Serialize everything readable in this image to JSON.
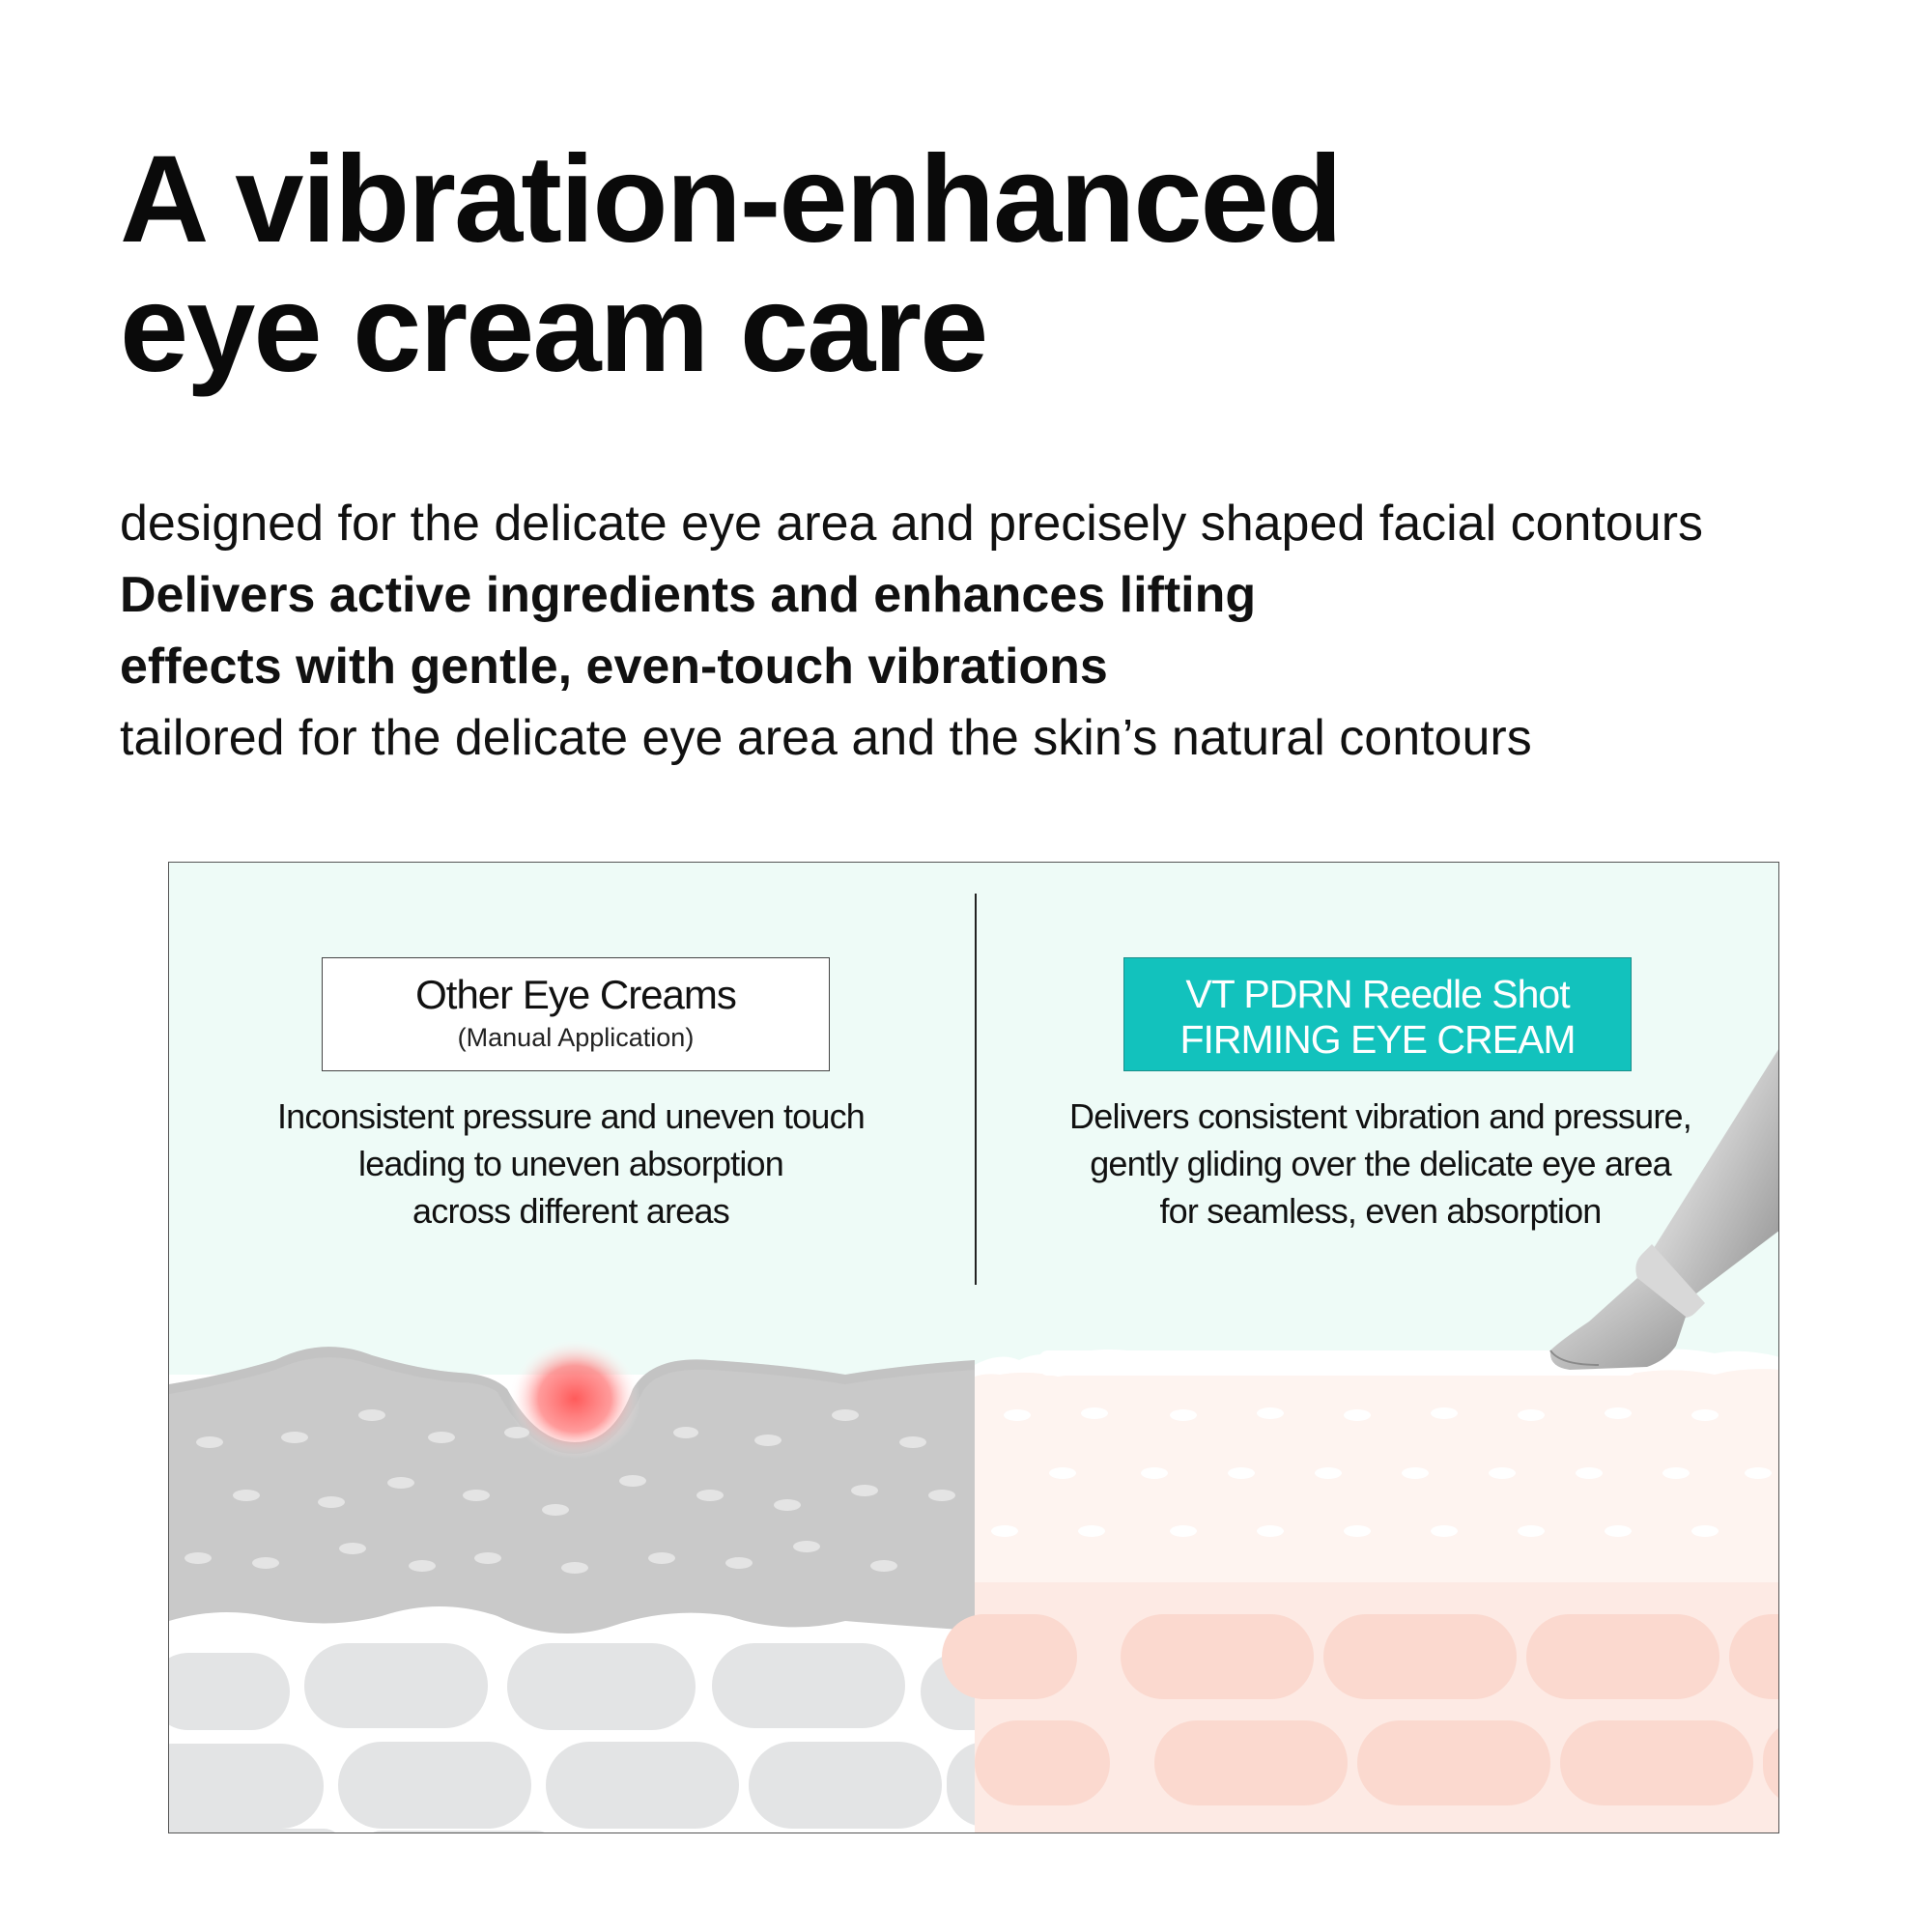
{
  "headline": {
    "line1": "A vibration-enhanced",
    "line2": "eye cream care"
  },
  "subtext": {
    "line1": "designed for the delicate eye area and precisely shaped facial contours",
    "line2": "Delivers active ingredients and enhances lifting",
    "line3": "effects with gentle, even-touch vibrations",
    "line4": "tailored for the delicate eye area and the skin’s natural contours"
  },
  "comparison": {
    "left": {
      "title": "Other Eye Creams",
      "subtitle": "(Manual Application)",
      "desc_line1": "Inconsistent pressure and uneven touch",
      "desc_line2": "leading to uneven absorption",
      "desc_line3": "across different areas"
    },
    "right": {
      "title_line1": "VT PDRN Reedle Shot",
      "title_line2": "FIRMING EYE CREAM",
      "desc_line1": "Delivers consistent vibration and pressure,",
      "desc_line2": "gently gliding over the delicate eye area",
      "desc_line3": "for seamless, even absorption"
    }
  },
  "colors": {
    "panel_background": "#eefbf7",
    "accent_teal": "#12c2bd",
    "skin_gray": "#c8c8c8",
    "skin_pink": "#fdeae4",
    "pressure_red": "#ff5a5a"
  }
}
